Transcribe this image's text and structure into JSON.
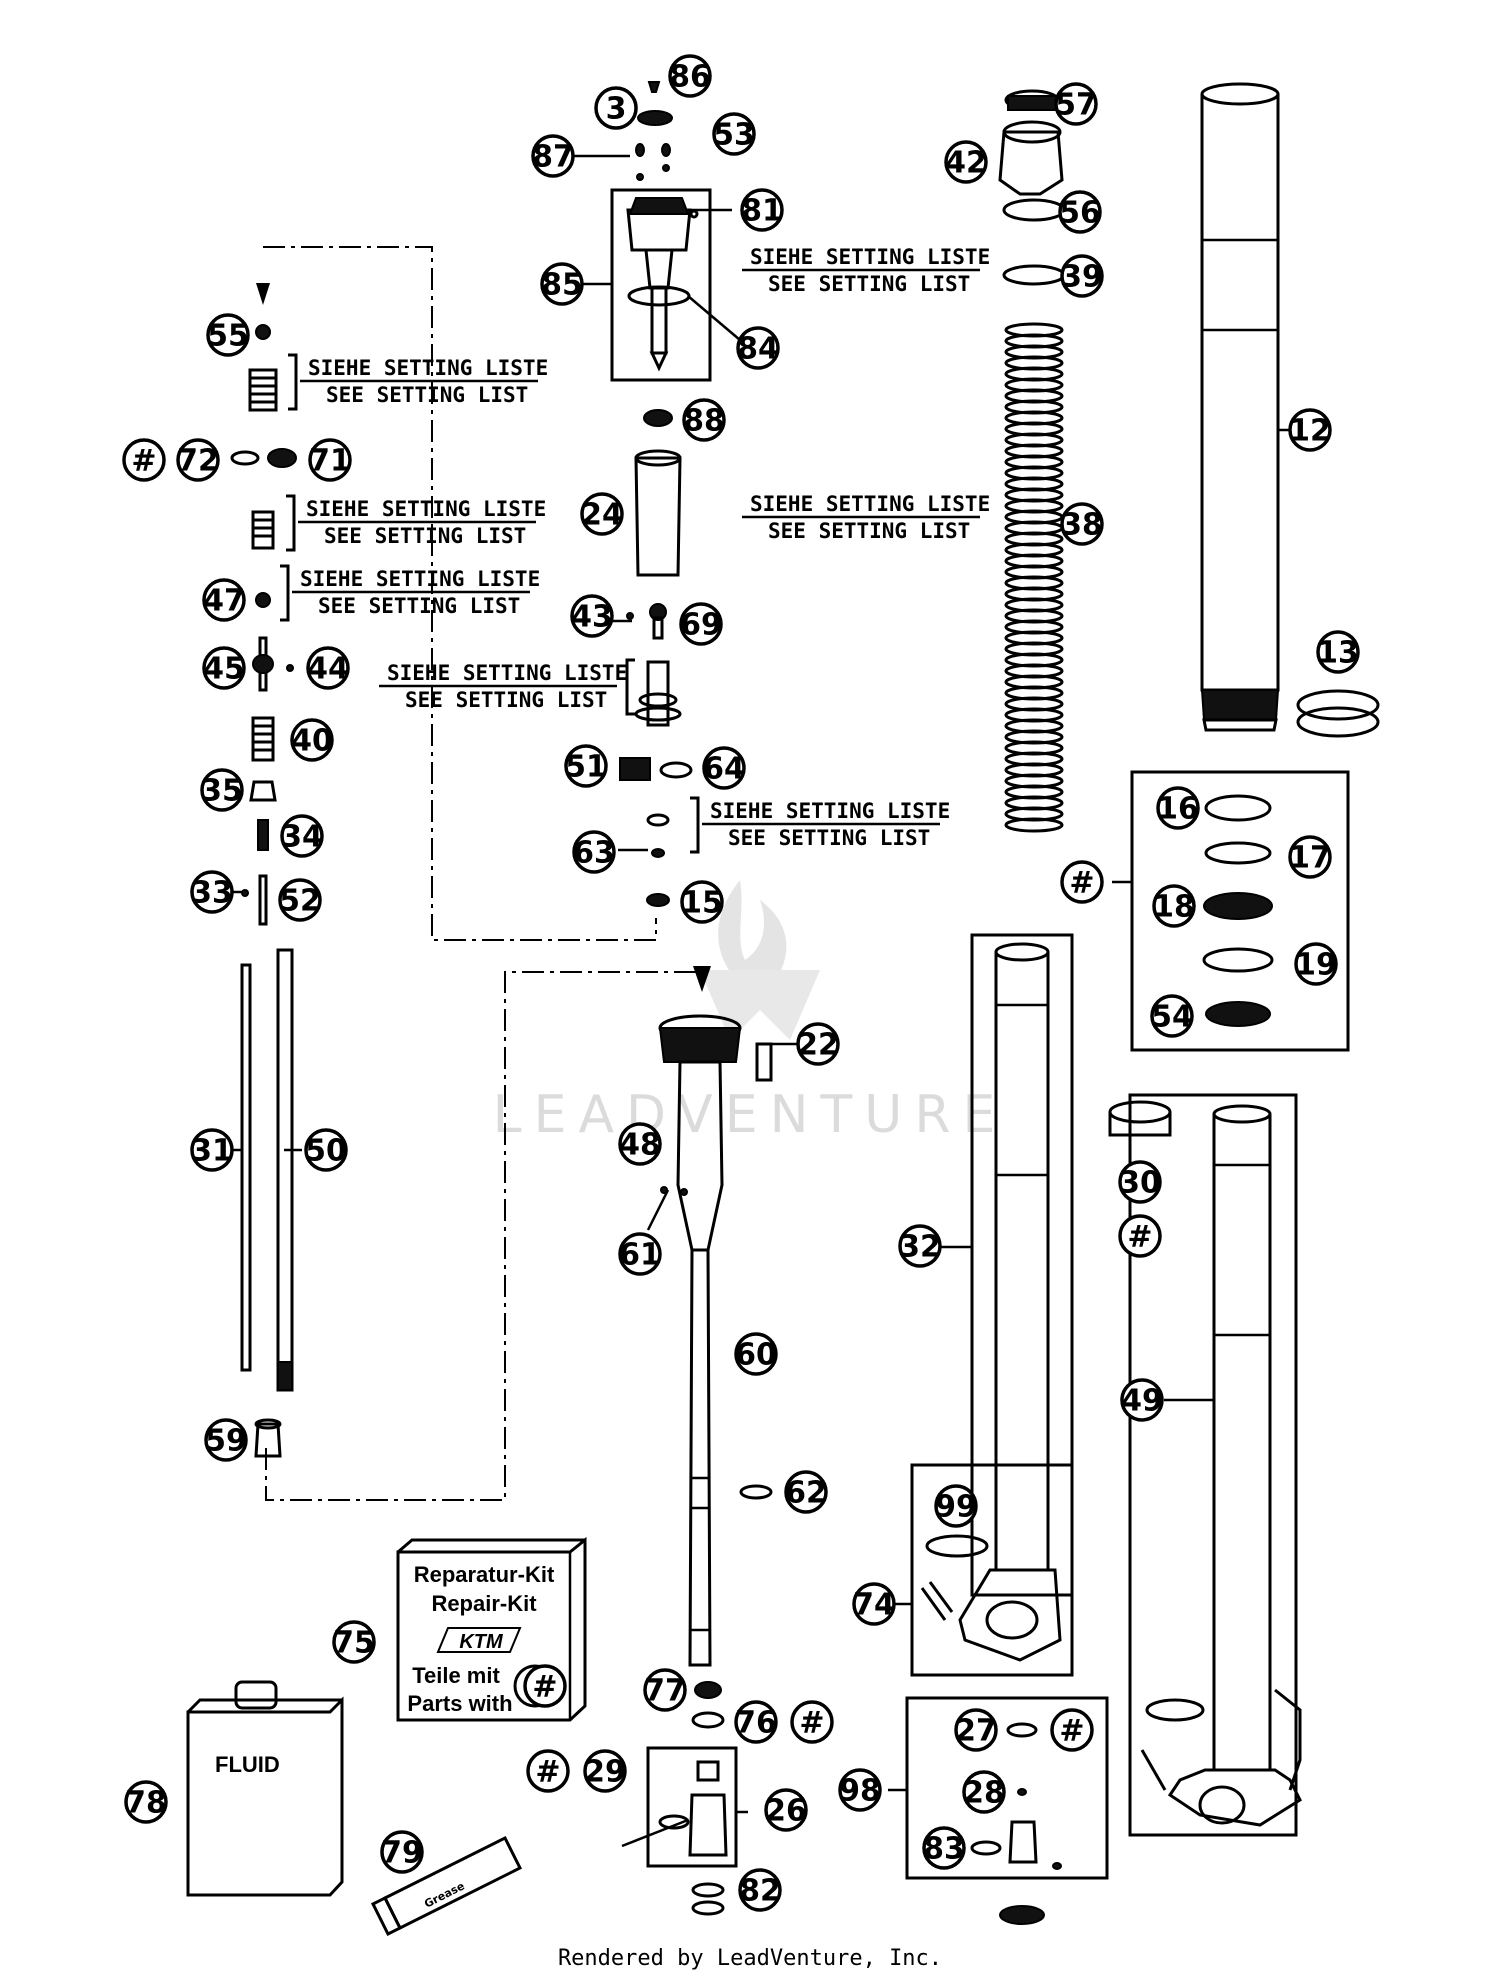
{
  "diagram": {
    "watermark": "LEADVENTURE",
    "credit": "Rendered by LeadVenture, Inc.",
    "setting_note": {
      "line1": "SIEHE SETTING LISTE",
      "line2": "SEE SETTING LIST"
    },
    "repair_kit": {
      "line1": "Reparatur-Kit",
      "line2": "Repair-Kit",
      "brand": "KTM",
      "line3": "Teile mit",
      "line4": "Parts with",
      "symbol": "#"
    },
    "fluid_label": "FLUID",
    "grease_label": "Grease",
    "callouts": [
      "86",
      "3",
      "53",
      "87",
      "81",
      "85",
      "84",
      "57",
      "42",
      "56",
      "39",
      "12",
      "13",
      "38",
      "55",
      "72",
      "71",
      "24",
      "88",
      "47",
      "43",
      "69",
      "45",
      "44",
      "40",
      "35",
      "34",
      "33",
      "52",
      "51",
      "64",
      "63",
      "15",
      "16",
      "17",
      "18",
      "19",
      "54",
      "22",
      "30",
      "31",
      "50",
      "48",
      "61",
      "60",
      "32",
      "49",
      "59",
      "62",
      "99",
      "74",
      "75",
      "77",
      "76",
      "29",
      "26",
      "27",
      "28",
      "83",
      "98",
      "78",
      "79",
      "82"
    ],
    "hash_marks": [
      "#",
      "#",
      "#",
      "#",
      "#",
      "#",
      "#",
      "#",
      "#"
    ]
  }
}
